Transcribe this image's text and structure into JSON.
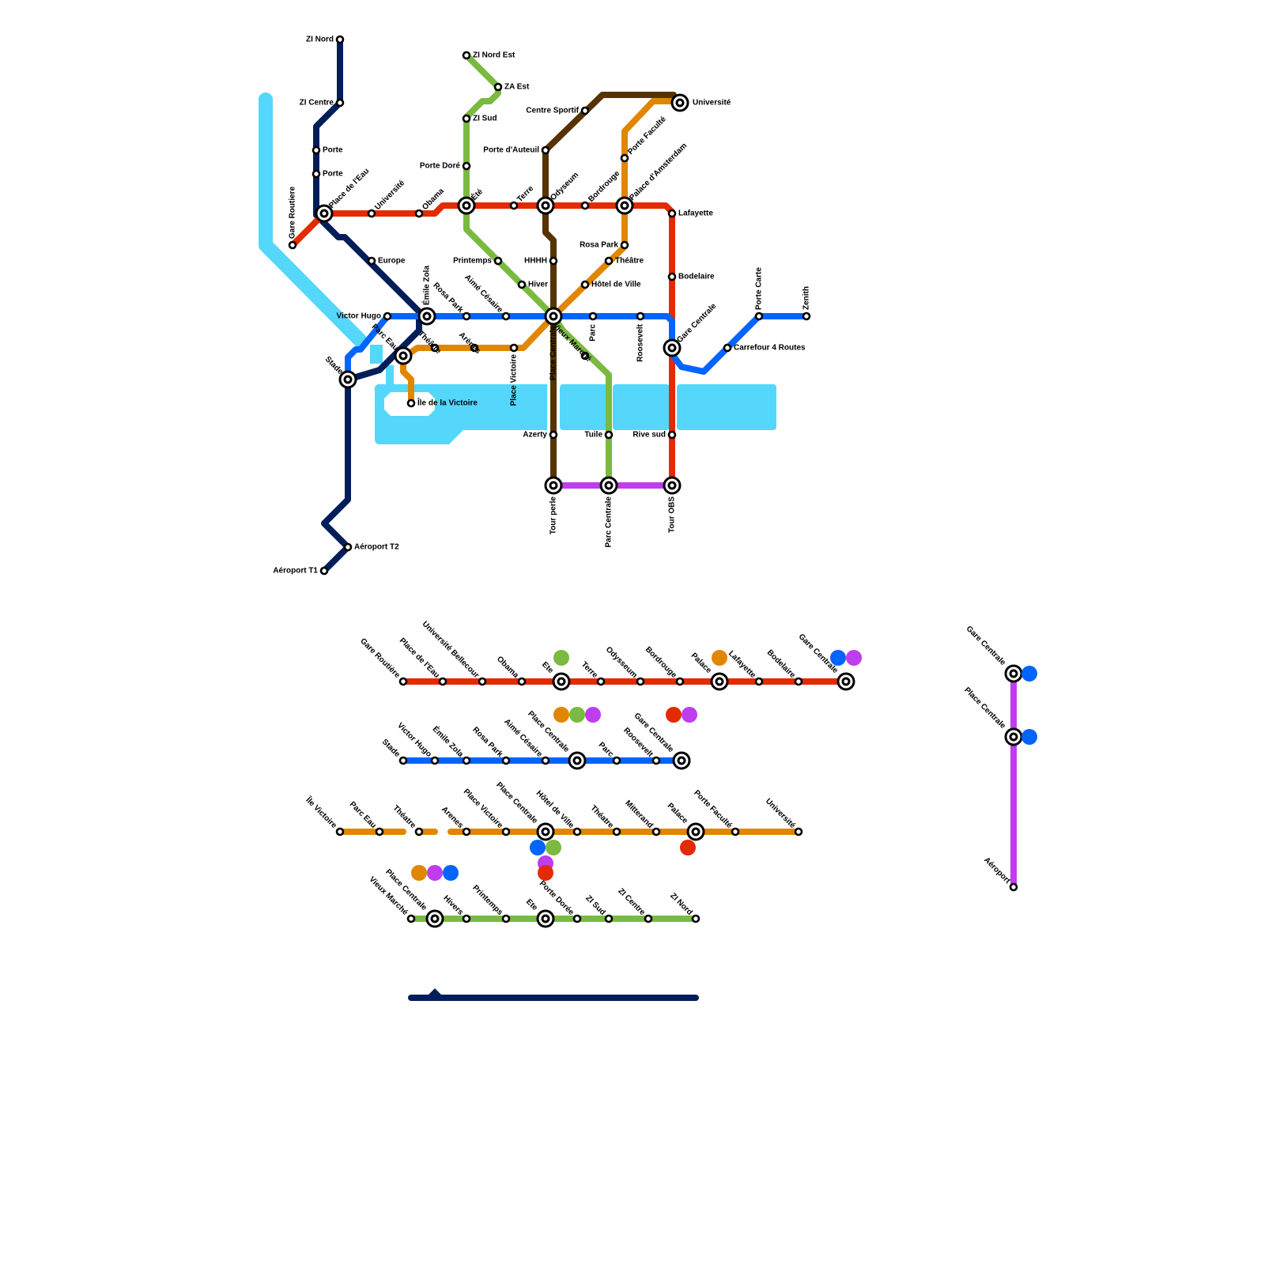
{
  "colors": {
    "red": "#e32a00",
    "navy": "#001e5a",
    "blue": "#0064ff",
    "orange": "#e08600",
    "green": "#7aba40",
    "brown": "#563300",
    "purple": "#be3ded",
    "water": "#54d7fb"
  },
  "map": {
    "lines": [
      {
        "id": "red",
        "name": "Red line",
        "color": "red"
      },
      {
        "id": "navy",
        "name": "Navy line",
        "color": "navy"
      },
      {
        "id": "blue",
        "name": "Blue line",
        "color": "blue"
      },
      {
        "id": "orange",
        "name": "Orange line",
        "color": "orange"
      },
      {
        "id": "green",
        "name": "Green line",
        "color": "green"
      },
      {
        "id": "brown",
        "name": "Brown line",
        "color": "brown"
      },
      {
        "id": "purple",
        "name": "Purple line",
        "color": "purple"
      }
    ],
    "stations": [
      {
        "name": "ZI Nord",
        "type": "stop"
      },
      {
        "name": "ZI Centre",
        "type": "stop"
      },
      {
        "name": "Porte",
        "type": "stop"
      },
      {
        "name": "Porte",
        "type": "stop"
      },
      {
        "name": "Place de l'Eau",
        "type": "interchange"
      },
      {
        "name": "Gare Routiere",
        "type": "stop"
      },
      {
        "name": "Université",
        "type": "stop"
      },
      {
        "name": "Obama",
        "type": "stop"
      },
      {
        "name": "Europe",
        "type": "stop"
      },
      {
        "name": "ZI Nord Est",
        "type": "stop"
      },
      {
        "name": "ZA Est",
        "type": "stop"
      },
      {
        "name": "ZI Sud",
        "type": "stop"
      },
      {
        "name": "Porte Doré",
        "type": "stop"
      },
      {
        "name": "Été",
        "type": "interchange"
      },
      {
        "name": "Terre",
        "type": "stop"
      },
      {
        "name": "Odyseum",
        "type": "interchange"
      },
      {
        "name": "Bordrouge",
        "type": "stop"
      },
      {
        "name": "Palace d'Amsterdam",
        "type": "interchange"
      },
      {
        "name": "Lafayette",
        "type": "stop"
      },
      {
        "name": "Centre Sportif",
        "type": "stop"
      },
      {
        "name": "Porte d'Auteuil",
        "type": "stop"
      },
      {
        "name": "Université",
        "type": "interchange"
      },
      {
        "name": "Porte Faculté",
        "type": "stop"
      },
      {
        "name": "Rosa Park",
        "type": "stop"
      },
      {
        "name": "Théâtre",
        "type": "stop"
      },
      {
        "name": "Hôtel de Ville",
        "type": "stop"
      },
      {
        "name": "Printemps",
        "type": "stop"
      },
      {
        "name": "HHHH",
        "type": "stop"
      },
      {
        "name": "Hiver",
        "type": "stop"
      },
      {
        "name": "Bodelaire",
        "type": "stop"
      },
      {
        "name": "Victor Hugo",
        "type": "stop"
      },
      {
        "name": "Émile Zola",
        "type": "interchange"
      },
      {
        "name": "Rosa Park",
        "type": "stop"
      },
      {
        "name": "Aimé Césaire",
        "type": "stop"
      },
      {
        "name": "Place Centrale",
        "type": "interchange"
      },
      {
        "name": "Parc",
        "type": "stop"
      },
      {
        "name": "Roosevelt",
        "type": "stop"
      },
      {
        "name": "Gare Centrale",
        "type": "interchange"
      },
      {
        "name": "Carrefour 4 Routes",
        "type": "stop"
      },
      {
        "name": "Porte Carte",
        "type": "stop"
      },
      {
        "name": "Zenith",
        "type": "stop"
      },
      {
        "name": "Parc Eau",
        "type": "interchange"
      },
      {
        "name": "Stade",
        "type": "interchange"
      },
      {
        "name": "Théâtre",
        "type": "stop"
      },
      {
        "name": "Arènes",
        "type": "stop"
      },
      {
        "name": "Place Victoire",
        "type": "stop"
      },
      {
        "name": "Île de la Victoire",
        "type": "stop"
      },
      {
        "name": "Vieux Marché",
        "type": "stop"
      },
      {
        "name": "Azerty",
        "type": "stop"
      },
      {
        "name": "Tuile",
        "type": "stop"
      },
      {
        "name": "Rive sud",
        "type": "stop"
      },
      {
        "name": "Tour perle",
        "type": "interchange"
      },
      {
        "name": "Parc Centrale",
        "type": "interchange"
      },
      {
        "name": "Tour OBS",
        "type": "interchange"
      },
      {
        "name": "Aéroport T2",
        "type": "stop"
      },
      {
        "name": "Aéroport T1",
        "type": "stop"
      }
    ]
  },
  "diagrams": {
    "red": {
      "stations": [
        "Gare Routière",
        "Place de l'Eau",
        "Université Bellecour",
        "Obama",
        "Ete",
        "Terre",
        "Odysseum",
        "Bordrouge",
        "Palace",
        "Lafayette",
        "Bodelaire",
        "Gare Centrale"
      ],
      "interchanges": {
        "Ete": [
          "green"
        ],
        "Palace": [
          "orange"
        ],
        "Gare Centrale": [
          "blue",
          "purple"
        ]
      }
    },
    "blue": {
      "stations": [
        "Stade",
        "Victor Hugo",
        "Émile Zola",
        "Rosa Park",
        "Aimé Césaire",
        "Place Centrale",
        "Parc",
        "Roosevelt",
        "Gare Centrale"
      ],
      "interchanges": {
        "Place Centrale": [
          "orange",
          "green",
          "purple"
        ],
        "Gare Centrale": [
          "red",
          "purple"
        ]
      }
    },
    "orange": {
      "stations": [
        "Île Victoire",
        "Parc Eau",
        "Théatre",
        "Arenes",
        "Place Victoire",
        "Place Centrale",
        "Hôtel de Ville",
        "Théatre",
        "Mitterand",
        "Palace",
        "Porte Faculté",
        "Université"
      ],
      "interchanges": {
        "Place Centrale": [
          "blue",
          "green",
          "purple"
        ],
        "Palace": [
          "red"
        ]
      }
    },
    "green": {
      "stations": [
        "Vieux Marché",
        "Place Centrale",
        "Hivers",
        "Printemps",
        "Ete",
        "Porte Dorée",
        "ZI Sud",
        "ZI Centre",
        "ZI Nord"
      ],
      "interchanges": {
        "Place Centrale": [
          "orange",
          "purple",
          "blue"
        ],
        "Ete": [
          "red"
        ]
      }
    },
    "purple": {
      "stations": [
        "Gare Centrale",
        "Place Centrale",
        "Aéroport"
      ],
      "interchanges": {
        "Gare Centrale": [
          "blue"
        ],
        "Place Centrale": [
          "blue"
        ]
      }
    },
    "navy": {
      "stations": []
    }
  }
}
